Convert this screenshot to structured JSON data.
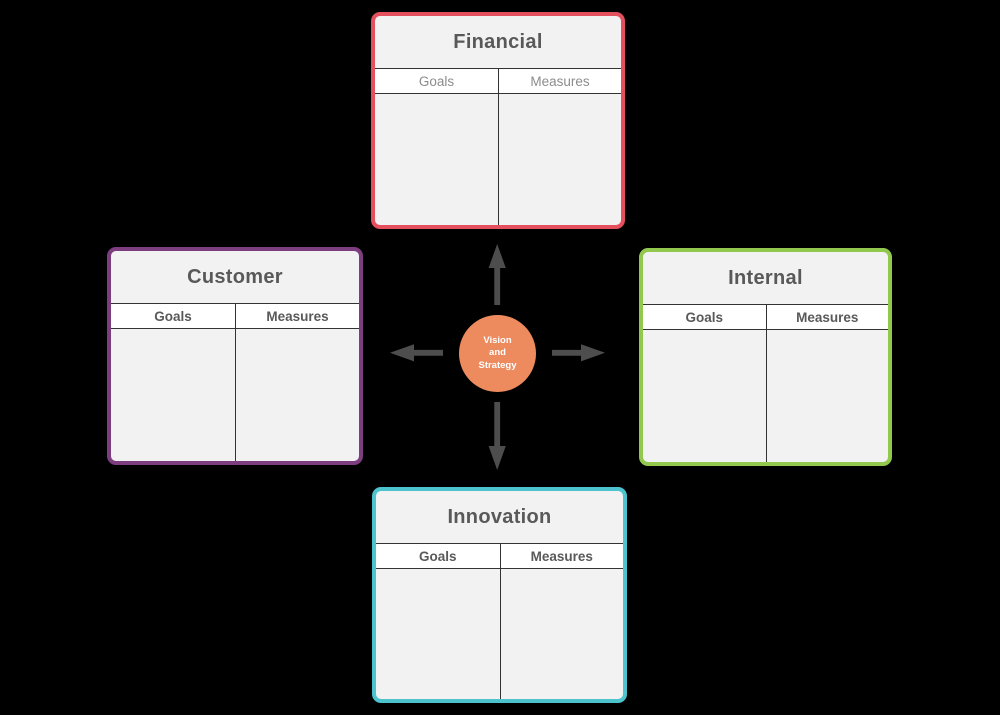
{
  "canvas": {
    "background": "#000000"
  },
  "center": {
    "label": "Vision and Strategy",
    "label_lines": [
      "Vision",
      "and",
      "Strategy"
    ],
    "circle_color": "#ED8A5E",
    "label_color": "#FFFFFF",
    "arrow_color": "#4D4D4D"
  },
  "quadrants": [
    {
      "id": "financial",
      "title": "Financial",
      "border_color": "#E5505E",
      "columns": [
        "Goals",
        "Measures"
      ]
    },
    {
      "id": "customer",
      "title": "Customer",
      "border_color": "#7D3E80",
      "columns": [
        "Goals",
        "Measures"
      ]
    },
    {
      "id": "internal",
      "title": "Internal",
      "border_color": "#92C84E",
      "columns": [
        "Goals",
        "Measures"
      ]
    },
    {
      "id": "innovation",
      "title": "Innovation",
      "border_color": "#4DC3CE",
      "columns": [
        "Goals",
        "Measures"
      ]
    }
  ],
  "styles": {
    "card_fill": "#F2F2F2",
    "header_fill": "#FFFFFF",
    "line_color": "#333333",
    "title_color": "#595959",
    "column_header_color": "#595959",
    "financial_column_header_color": "#8C8C8C"
  }
}
